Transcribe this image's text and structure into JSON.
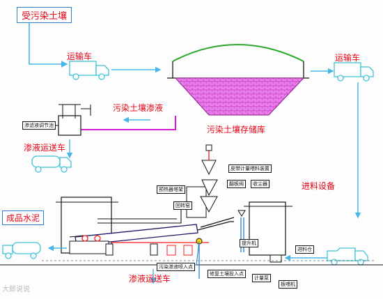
{
  "labels": {
    "contaminated_soil": "受污染土壤",
    "transport_truck_left": "运输车",
    "transport_truck_right": "运输车",
    "leachate": "污染土壤渗液",
    "storage": "污染土壤存储库",
    "leachate_regulating_pool": "渗滤液调节池",
    "leachate_truck_top": "渗液运送车",
    "leachate_truck_bottom": "渗液运送车",
    "feeding_equipment": "进料设备",
    "finished_cement": "成品水泥",
    "belt_scale_feeder": "皮带计量喂料装置",
    "preheater_tower": "预热器塔架",
    "return_pipe": "回转窑",
    "grate_valve": "翻板阀",
    "collector": "收尘器",
    "lift": "提升机",
    "feed_bin": "进料仓",
    "leachate_injection_point": "污染渗液喷入点",
    "soil_injection_point": "修复土壤投入点",
    "tanker": "计量泵",
    "storage_chute": "板喂机"
  },
  "watermark": "大郎说说",
  "colors": {
    "red_text": "#e60012",
    "blue_text": "#2a7fd4",
    "flow_blue": "#46b6e8",
    "leachate_purple": "#d11ad1",
    "storage_fill": "#e97de9",
    "roof_green": "#2ca82c",
    "truck_cyan": "#3ec3d6",
    "hot_red": "#ff1a1a"
  }
}
